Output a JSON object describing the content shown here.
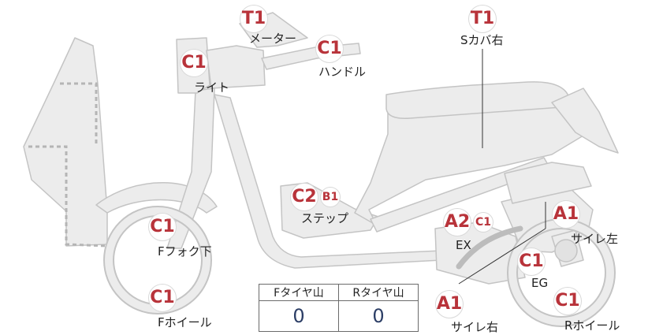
{
  "parts": {
    "meter": {
      "grade": "T1",
      "label": "メーター"
    },
    "side_cover_r": {
      "grade": "T1",
      "label": "Sカバ右"
    },
    "light": {
      "grade": "C1",
      "label": "ライト"
    },
    "handle": {
      "grade": "C1",
      "label": "ハンドル"
    },
    "step": {
      "grade": "C2",
      "sub_grade": "B1",
      "label": "ステップ"
    },
    "exhaust": {
      "grade": "A2",
      "sub_grade": "C1",
      "label": "EX"
    },
    "silencer_l": {
      "grade": "A1",
      "label": "サイレ左"
    },
    "front_fork": {
      "grade": "C1",
      "label": "Fフォク下"
    },
    "engine": {
      "grade": "C1",
      "label": "EG"
    },
    "front_wheel": {
      "grade": "C1",
      "label": "Fホイール"
    },
    "silencer_r": {
      "grade": "A1",
      "label": "サイレ右"
    },
    "rear_wheel": {
      "grade": "C1",
      "label": "Rホイール"
    }
  },
  "tread_table": {
    "front_header": "Fタイヤ山",
    "rear_header": "Rタイヤ山",
    "front_value": "0",
    "rear_value": "0"
  },
  "colors": {
    "part_fill": "#ececec",
    "part_stroke": "#c4c4c4",
    "grade_text": "#b8333a",
    "value_text": "#2c3e66"
  }
}
